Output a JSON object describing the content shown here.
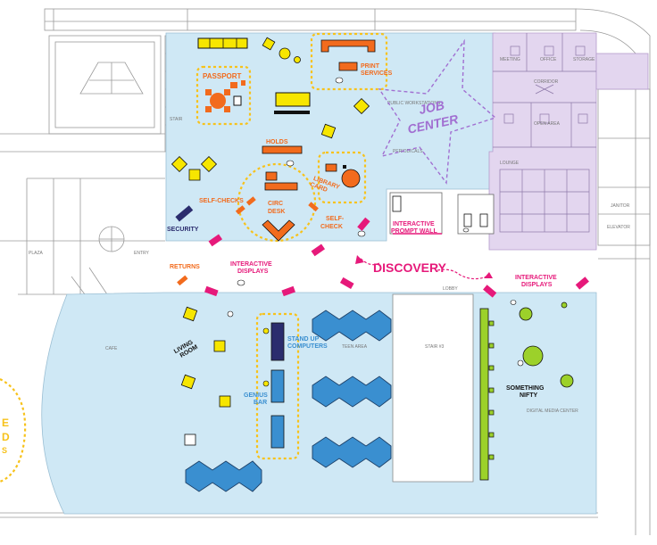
{
  "map": {
    "colors": {
      "light_blue_zone": "#cfe8f5",
      "purple_zone": "#e3d6ef",
      "orange": "#f26b1d",
      "yellow": "#f7e600",
      "magenta": "#e6197a",
      "blue": "#3a8fd0",
      "navy": "#2b2d6e",
      "green": "#9cd12a",
      "purple": "#a16fd1"
    },
    "labels": {
      "passport": "PASSPORT",
      "print_services_1": "PRINT",
      "print_services_2": "SERVICES",
      "job_center_1": "JOB",
      "job_center_2": "CENTER",
      "holds": "HOLDS",
      "library_card_1": "LIBRARY",
      "library_card_2": "CARD",
      "self_checks": "SELF-CHECKS",
      "circ_desk_1": "CIRC",
      "circ_desk_2": "DESK",
      "self_check_1": "SELF-",
      "self_check_2": "CHECK",
      "security": "SECURITY",
      "interactive_prompt_wall_1": "INTERACTIVE",
      "interactive_prompt_wall_2": "PROMPT WALL",
      "returns": "RETURNS",
      "interactive_displays_left_1": "INTERACTIVE",
      "interactive_displays_left_2": "DISPLAYS",
      "discovery": "DISCOVERY",
      "interactive_displays_right_1": "INTERACTIVE",
      "interactive_displays_right_2": "DISPLAYS",
      "stand_up_computers_1": "STAND UP",
      "stand_up_computers_2": "COMPUTERS",
      "genius_bar_1": "GENIUS",
      "genius_bar_2": "BAR",
      "living_room_1": "LIVING",
      "living_room_2": "ROOM",
      "something_nifty_1": "SOMETHING",
      "something_nifty_2": "NIFTY",
      "edge_left_1": "E",
      "edge_left_2": "D",
      "edge_left_3": "S",
      "room_stair": "STAIR",
      "room_plaza": "PLAZA",
      "room_entry": "ENTRY",
      "room_corridor": "CORRIDOR",
      "room_open_area": "OPEN AREA",
      "room_janitor": "JANITOR",
      "room_elevator": "ELEVATOR",
      "room_lobby": "LOBBY",
      "room_cafe": "CAFE",
      "room_teen_area": "TEEN AREA",
      "room_stair_3": "STAIR #3",
      "room_digital_media": "DIGITAL MEDIA CENTER",
      "room_periodicals": "PERIODICALS",
      "room_public_workstations": "PUBLIC WORKSTATIONS",
      "room_lounge": "LOUNGE",
      "room_meeting": "MEETING",
      "room_office": "OFFICE",
      "room_storage": "STORAGE"
    }
  }
}
